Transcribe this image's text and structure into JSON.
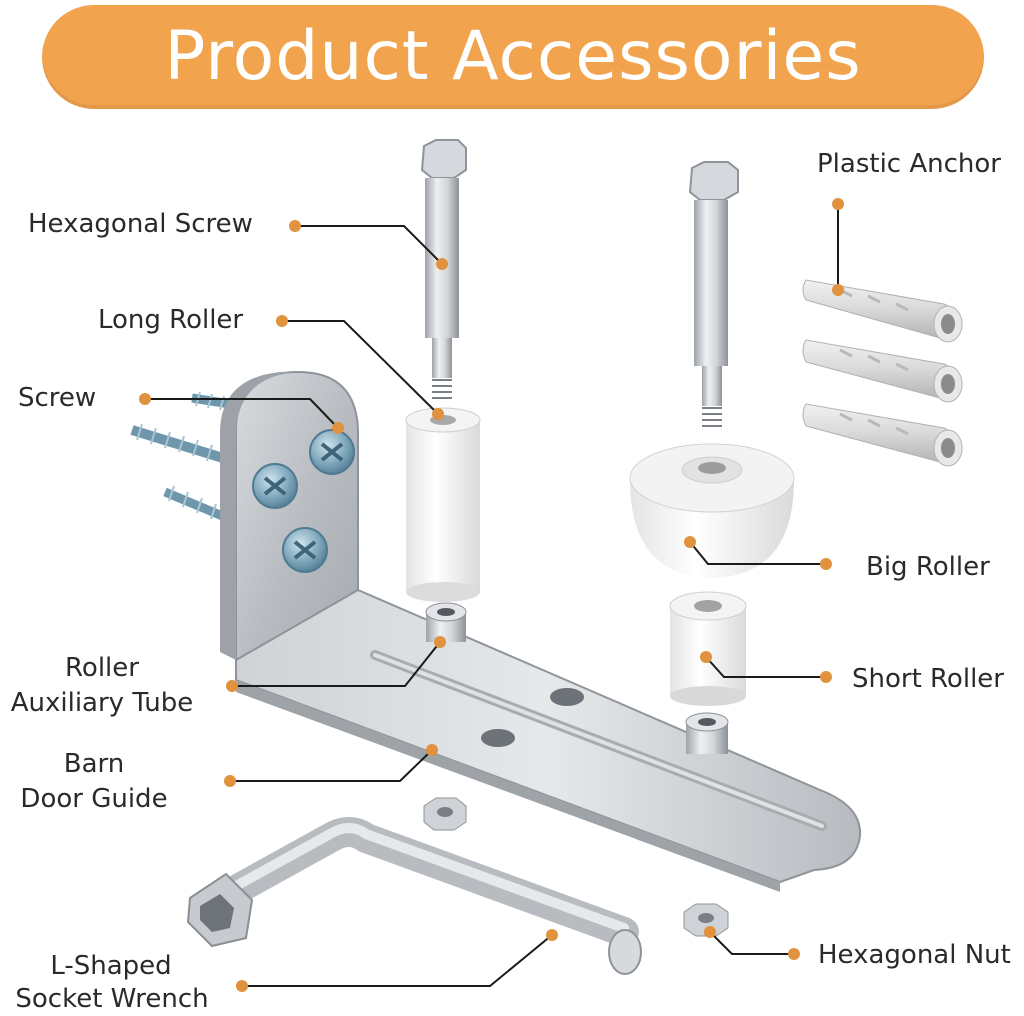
{
  "title": "Product Accessories",
  "labels": {
    "hexagonal_screw": "Hexagonal Screw",
    "long_roller": "Long Roller",
    "screw": "Screw",
    "plastic_anchor": "Plastic Anchor",
    "big_roller": "Big Roller",
    "short_roller": "Short Roller",
    "roller_auxiliary_tube_1": "Roller",
    "roller_auxiliary_tube_2": "Auxiliary Tube",
    "barn_door_guide_1": "Barn",
    "barn_door_guide_2": "Door Guide",
    "l_shaped_socket_wrench_1": "L-Shaped",
    "l_shaped_socket_wrench_2": "Socket Wrench",
    "hexagonal_nut": "Hexagonal Nut"
  },
  "colors": {
    "banner": "#f2a34e",
    "dot": "#e0923e",
    "leader": "#1a1a1a",
    "metal": "#c9ccd0",
    "screw_blue": "#7fa7bb"
  }
}
